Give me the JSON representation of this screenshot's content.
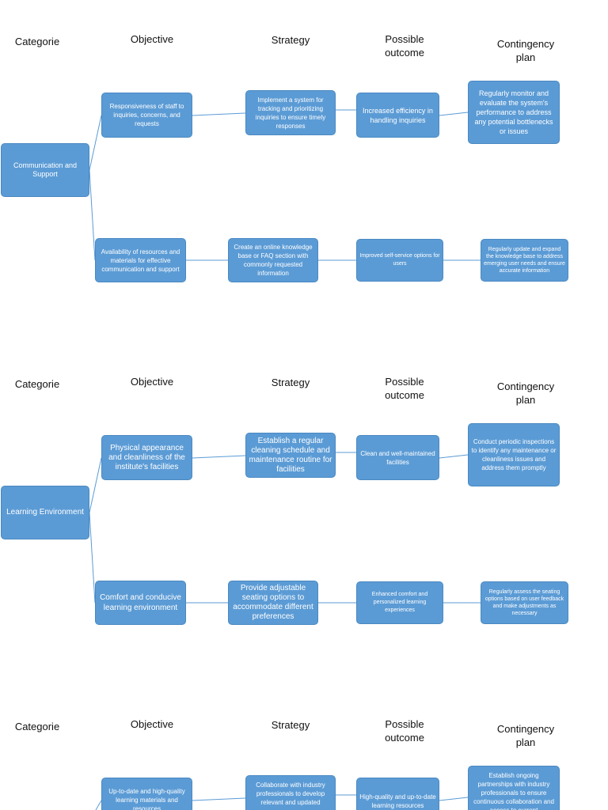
{
  "sections": [
    {
      "headers": {
        "categorie": "Categorie",
        "objective": "Objective",
        "strategy": "Strategy",
        "outcome": "Possible outcome",
        "contingency": "Contingency plan"
      },
      "category": "Communication and Support",
      "rows": [
        {
          "objective": "Responsiveness of staff to inquiries, concerns, and requests",
          "strategy": "Implement a system for tracking and prioritizing inquiries to ensure timely responses",
          "outcome": "Increased efficiency in handling inquiries",
          "contingency": "Regularly monitor and evaluate the system's performance to address any potential bottlenecks or issues"
        },
        {
          "objective": "Availability of resources and materials for effective communication and support",
          "strategy": "Create an online knowledge base or FAQ section with commonly requested information",
          "outcome": "Improved self-service options for users",
          "contingency": "Regularly update and expand the knowledge base to address emerging user needs and ensure accurate information"
        }
      ]
    },
    {
      "headers": {
        "categorie": "Categorie",
        "objective": "Objective",
        "strategy": "Strategy",
        "outcome": "Possible outcome",
        "contingency": "Contingency plan"
      },
      "category": "Learning Environment",
      "rows": [
        {
          "objective": "Physical appearance and cleanliness of the institute's facilities",
          "strategy": "Establish a regular cleaning schedule and maintenance routine for facilities",
          "outcome": "Clean and well-maintained facilities",
          "contingency": "Conduct periodic inspections to identify any maintenance or cleanliness issues and address them promptly"
        },
        {
          "objective": "Comfort and conducive learning environment",
          "strategy": "Provide adjustable seating options to accommodate different preferences",
          "outcome": "Enhanced comfort and personalized learning experiences",
          "contingency": "Regularly assess the seating options based on user feedback and make adjustments as necessary"
        }
      ]
    },
    {
      "headers": {
        "categorie": "Categorie",
        "objective": "Objective",
        "strategy": "Strategy",
        "outcome": "Possible outcome",
        "contingency": "Contingency plan"
      },
      "category": "",
      "rows": [
        {
          "objective": "Up-to-date and high-quality learning materials and resources",
          "strategy": "Collaborate with industry professionals to develop relevant and updated",
          "outcome": "High-quality and up-to-date learning resources",
          "contingency": "Establish ongoing partnerships with industry professionals to ensure continuous collaboration and access to current"
        }
      ]
    }
  ]
}
